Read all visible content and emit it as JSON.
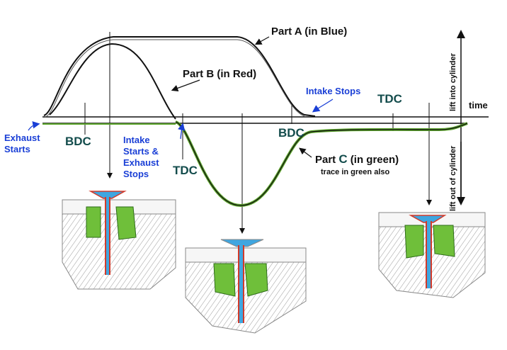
{
  "labels": {
    "part_a": "Part A (in Blue)",
    "part_b": "Part B (in Red)",
    "part_c_prefix": "Part ",
    "part_c_letter": "C",
    "part_c_suffix": "  (in green)",
    "part_c_note": "trace in green also",
    "time": "time",
    "lift_into": "lift into cylinder",
    "lift_out": "lift out of cylinder",
    "intake_stops": "Intake Stops",
    "exhaust_starts_1": "Exhaust",
    "exhaust_starts_2": "Starts",
    "intake_starts_1": "Intake",
    "intake_starts_2": "Starts &",
    "intake_starts_3": "Exhaust",
    "intake_starts_4": "Stops",
    "bdc_1": "BDC",
    "bdc_2": "BDC",
    "tdc_1": "TDC",
    "tdc_2": "TDC"
  },
  "colors": {
    "ink": "#111111",
    "blue_label": "#1a3fd6",
    "dc_label": "#134c4c",
    "green_trace": "#5aa32a",
    "red_valve": "#d23a2a",
    "blue_valve": "#3fa6e0",
    "chamber_green": "#6fbf3a"
  },
  "icons": [
    "intake-valve-sketch",
    "exhaust-valve-sketch",
    "piston-chamber-sketch"
  ]
}
